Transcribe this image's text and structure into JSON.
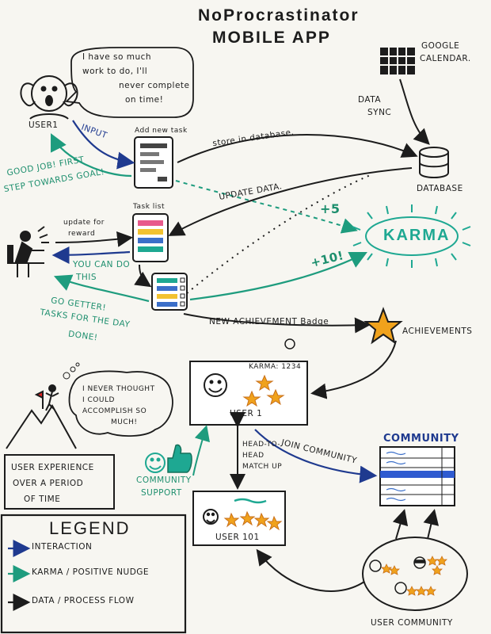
{
  "title": {
    "line1": "NoProcrastinator",
    "line2": "MOBILE APP"
  },
  "user1_bubble": {
    "line1": "I have so much",
    "line2": "work to do, I'll",
    "line3": "never complete",
    "line4": "on time!"
  },
  "labels": {
    "user1_top": "USER1",
    "input": "INPUT",
    "add_new_task": "Add new task",
    "store_in_database": "store in database.",
    "google_calendar_1": "GOOGLE",
    "google_calendar_2": "CALENDAR.",
    "data_sync_1": "DATA",
    "data_sync_2": "SYNC",
    "database": "DATABASE",
    "good_job_1": "GOOD JOB! FIRST",
    "good_job_2": "STEP TOWARDS GOAL!",
    "update_data": "UPDATE DATA.",
    "task_list": "Task list",
    "plus5": "+5",
    "karma": "KARMA",
    "update_reward_1": "update for",
    "update_reward_2": "reward",
    "you_can_1": "YOU CAN DO",
    "you_can_2": "THIS",
    "plus10": "+10!",
    "go_getter_1": "GO GETTER!",
    "go_getter_2": "TASKS FOR THE DAY",
    "go_getter_3": "DONE!",
    "new_achievement": "NEW ACHIEVEMENT Badge",
    "achievements": "ACHIEVEMENTS",
    "karma_score": "KARMA: 1234",
    "user1_card": "USER 1",
    "never_thought_1": "I NEVER THOUGHT",
    "never_thought_2": "I COULD",
    "never_thought_3": "ACCOMPLISH SO",
    "never_thought_4": "MUCH!",
    "user_exp_1": "USER EXPERIENCE",
    "user_exp_2": "OVER A PERIOD",
    "user_exp_3": "OF TIME",
    "community": "COMMUNITY",
    "join_community": "JOIN COMMUNITY",
    "head_to_head_1": "HEAD-TO-",
    "head_to_head_2": "HEAD",
    "head_to_head_3": "MATCH UP",
    "community_support_1": "COMMUNITY",
    "community_support_2": "SUPPORT",
    "user101": "USER 101",
    "user_community": "USER COMMUNITY"
  },
  "legend": {
    "title": "LEGEND",
    "items": [
      {
        "label": "INTERACTION",
        "color": "#1f3a8f"
      },
      {
        "label": "KARMA / POSITIVE NUDGE",
        "color": "#1e9c7e"
      },
      {
        "label": "DATA / PROCESS FLOW",
        "color": "#1c1c1c"
      }
    ]
  },
  "colors": {
    "interaction": "#1f3a8f",
    "karma": "#1e9c7e",
    "flow": "#1c1c1c",
    "star": "#f0a21c",
    "task_pink": "#e85a8c",
    "task_blue": "#3b6fc9",
    "task_yellow": "#f2c230",
    "task_teal": "#1ea892"
  },
  "icons": [
    "calendar-icon",
    "database-icon",
    "stressed-face-icon",
    "working-person-icon",
    "smiley-icon",
    "thumbs-up-icon",
    "mountain-flag-icon",
    "star-icon",
    "phone-icon"
  ]
}
